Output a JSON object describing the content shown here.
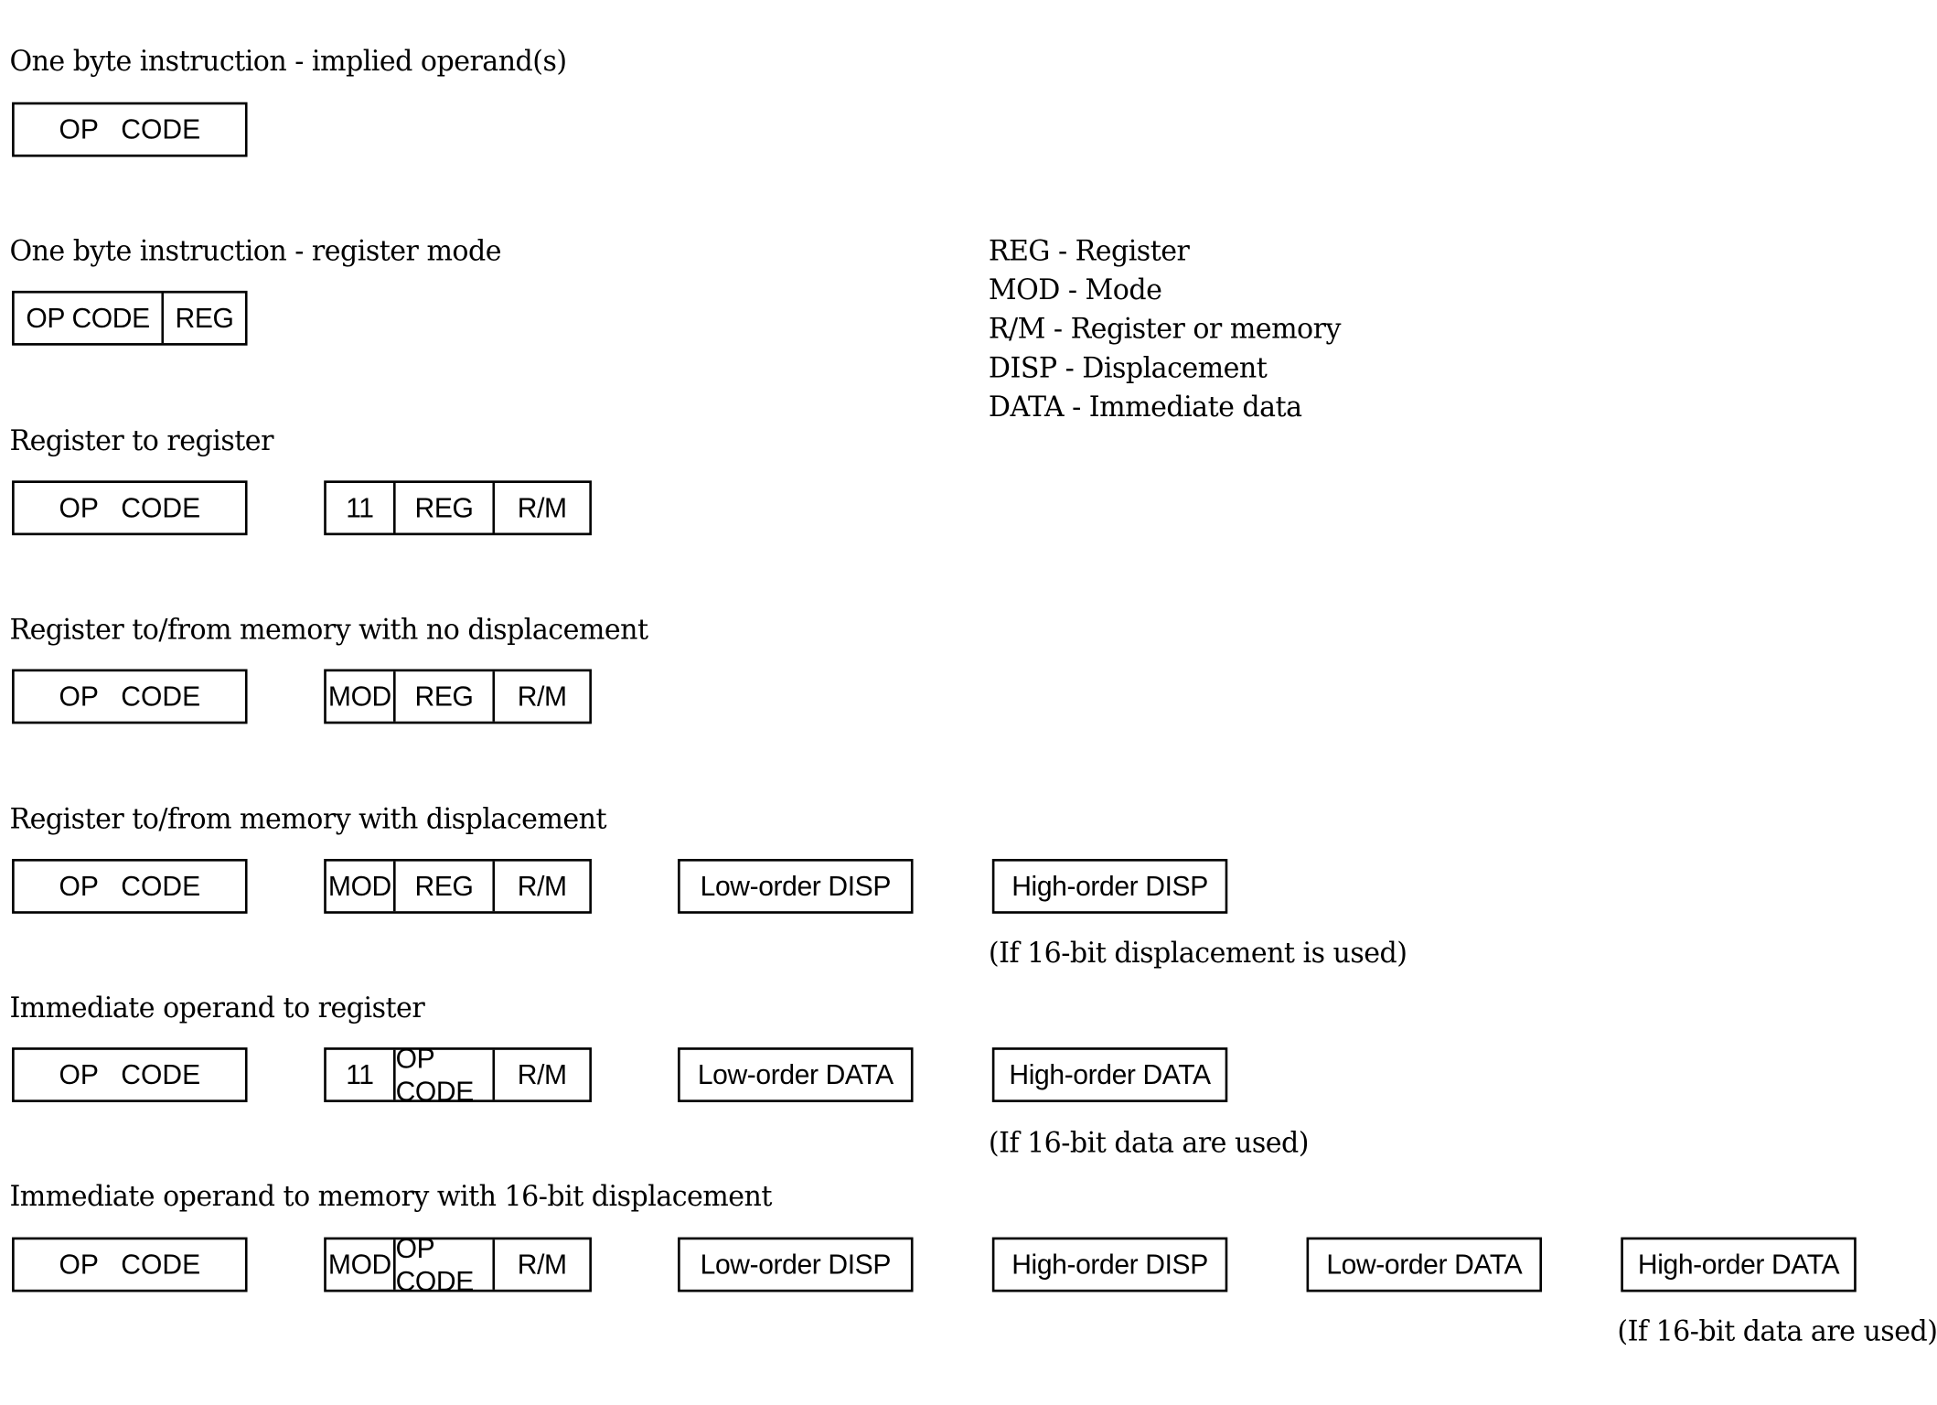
{
  "legend": [
    "REG - Register",
    "MOD - Mode",
    "R/M - Register or memory",
    "DISP - Displacement",
    "DATA - Immediate data"
  ],
  "sections": [
    {
      "title": "One byte instruction - implied operand(s)",
      "opcode": [
        "OP",
        "CODE"
      ]
    },
    {
      "title": "One byte instruction - register mode",
      "fields": [
        "OP CODE",
        "REG"
      ]
    },
    {
      "title": "Register to register",
      "opcode": [
        "OP",
        "CODE"
      ],
      "modrm": [
        "11",
        "REG",
        "R/M"
      ]
    },
    {
      "title": "Register to/from memory with no displacement",
      "opcode": [
        "OP",
        "CODE"
      ],
      "modrm": [
        "MOD",
        "REG",
        "R/M"
      ]
    },
    {
      "title": "Register to/from memory with displacement",
      "opcode": [
        "OP",
        "CODE"
      ],
      "modrm": [
        "MOD",
        "REG",
        "R/M"
      ],
      "bytes": [
        "Low-order DISP",
        "High-order DISP"
      ],
      "note": "(If 16-bit displacement is used)"
    },
    {
      "title": "Immediate operand to register",
      "opcode": [
        "OP",
        "CODE"
      ],
      "modrm": [
        "11",
        "OP CODE",
        "R/M"
      ],
      "bytes": [
        "Low-order DATA",
        "High-order DATA"
      ],
      "note": "(If 16-bit data are used)"
    },
    {
      "title": "Immediate operand to memory with 16-bit displacement",
      "opcode": [
        "OP",
        "CODE"
      ],
      "modrm": [
        "MOD",
        "OP CODE",
        "R/M"
      ],
      "bytes": [
        "Low-order DISP",
        "High-order DISP",
        "Low-order DATA",
        "High-order DATA"
      ],
      "note": "(If 16-bit data are used)"
    }
  ]
}
